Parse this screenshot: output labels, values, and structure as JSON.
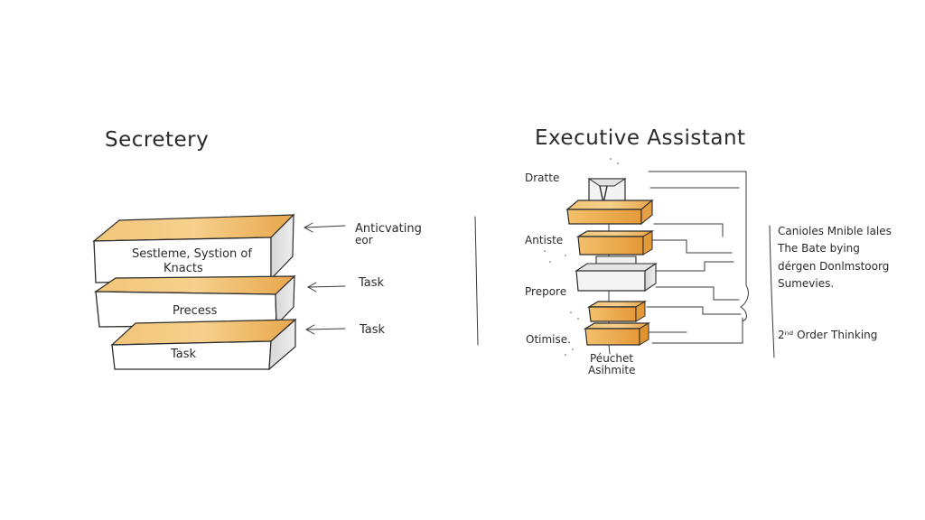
{
  "left": {
    "title": "Secretery",
    "layers": [
      {
        "text_line1": "Sestleme, Systion of",
        "text_line2": "Knacts"
      },
      {
        "text_line1": "Precess"
      },
      {
        "text_line1": "Task"
      }
    ],
    "annotations": [
      {
        "line1": "Anticvating",
        "line2": "eor"
      },
      {
        "line1": "Task"
      },
      {
        "line1": "Task"
      }
    ]
  },
  "right": {
    "title": "Executive Assistant",
    "stages": [
      "Dratte",
      "Antiste",
      "Prepore",
      "Otimise."
    ],
    "base_label_line1": "Péuchet",
    "base_label_line2": "Asihmite",
    "notes": [
      "Canioles Mnible lales",
      "The Bate bying",
      "dérgen Donlmstoorg",
      "Sumevies."
    ],
    "footnote": "2ⁿᵈ Order Thinking"
  },
  "colors": {
    "orange_light": "#f5cf86",
    "orange_dark": "#e39a3a",
    "grey_block": "#e9e9e9",
    "ink": "#2b2b2b"
  }
}
